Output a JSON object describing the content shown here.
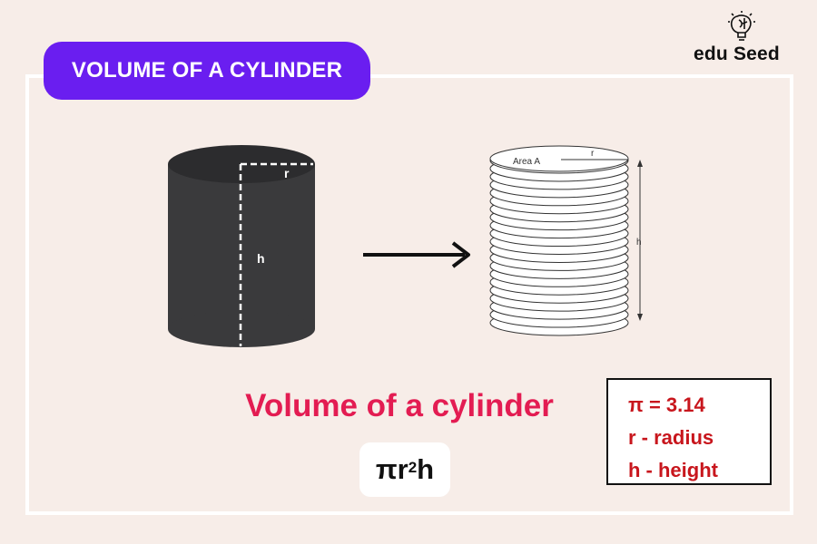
{
  "title": "VOLUME OF A CYLINDER",
  "logo": {
    "text": "edu Seed",
    "icon": "lightbulb-brain-icon"
  },
  "solid_cylinder": {
    "radius_label": "r",
    "height_label": "h",
    "fill_color": "#3a3a3c"
  },
  "arrow": {
    "icon": "arrow-right-icon"
  },
  "stacked_cylinder": {
    "area_label": "Area A",
    "radius_label": "r",
    "height_label": "h"
  },
  "heading": "Volume of a cylinder",
  "formula": {
    "base": "πr",
    "exponent": "2",
    "tail": "h"
  },
  "legend": {
    "items": [
      "π = 3.14",
      "r - radius",
      "h - height"
    ]
  },
  "colors": {
    "background": "#f7ede8",
    "title_bg": "#6a1ef0",
    "heading": "#e31c52",
    "legend_text": "#c8161d"
  }
}
